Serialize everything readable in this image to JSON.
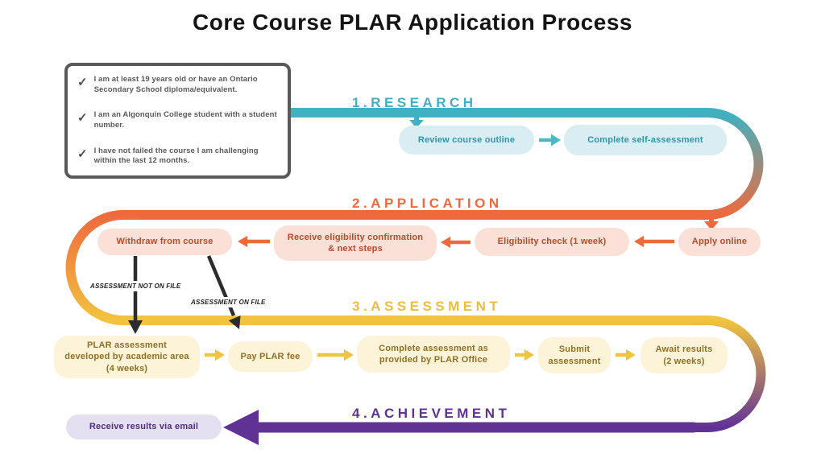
{
  "title": "Core Course PLAR Application Process",
  "checklist": {
    "check_icon": "✓",
    "items": [
      "I am at least 19 years old or have an Ontario Secondary School diploma/equivalent.",
      "I am an Algonquin College student with a student number.",
      "I have not failed the course I am challenging within the last 12 months."
    ]
  },
  "phases": {
    "research": {
      "label": "1.RESEARCH",
      "color": "#3fb1c1"
    },
    "application": {
      "label": "2.APPLICATION",
      "color": "#ee6a3e"
    },
    "assessment": {
      "label": "3.ASSESSMENT",
      "color": "#f2c33e"
    },
    "achievement": {
      "label": "4.ACHIEVEMENT",
      "color": "#613296"
    }
  },
  "research": {
    "steps": [
      "Review course outline",
      "Complete self-assessment"
    ]
  },
  "application": {
    "steps": [
      "Apply online",
      "Eligibility check (1 week)",
      "Receive eligibility confirmation & next steps",
      "Withdraw from course"
    ]
  },
  "branches": {
    "not_on_file": "ASSESSMENT NOT ON FILE",
    "on_file": "ASSESSMENT ON FILE"
  },
  "assessment": {
    "steps": [
      "PLAR assessment developed by academic area (4 weeks)",
      "Pay PLAR fee",
      "Complete assessment as provided by PLAR Office",
      "Submit assessment",
      "Await results (2 weeks)"
    ]
  },
  "achievement": {
    "steps": [
      "Receive results via email"
    ]
  }
}
